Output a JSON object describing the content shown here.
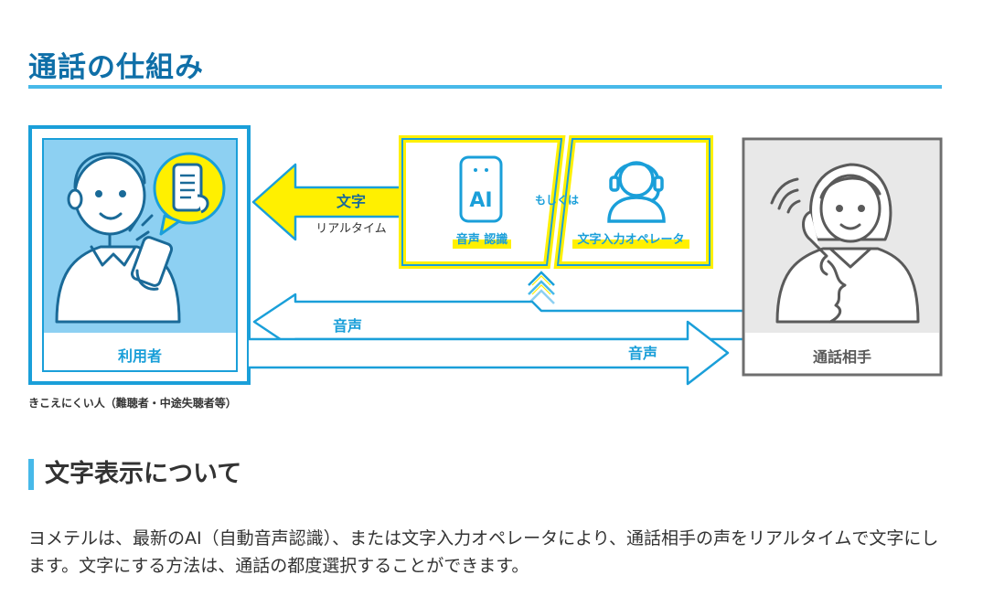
{
  "page": {
    "title": "通話の仕組み",
    "section_heading": "文字表示について",
    "body_text": "ヨメテルは、最新のAI（自動音声認識）、または文字入力オペレータにより、通話相手の声をリアルタイムで文字にします。文字にする方法は、通話の都度選択することができます。"
  },
  "diagram": {
    "user_label": "利用者",
    "user_caption": "きこえにくい人（難聴者・中途失聴者等）",
    "partner_label": "通話相手",
    "text_arrow_label": "文字",
    "realtime_label": "リアルタイム",
    "ai_icon_text": "AI",
    "ai_label": "音声 認識",
    "or_label": "もしくは",
    "operator_label": "文字入力オペレータ",
    "voice_left_label": "音声",
    "voice_right_label": "音声"
  },
  "colors": {
    "title": "#0f6fa8",
    "accent_blue": "#1a9fd9",
    "light_blue": "#8dd0f2",
    "yellow": "#fff000",
    "gray": "#6e6e6e",
    "light_gray": "#e8e8e8"
  }
}
